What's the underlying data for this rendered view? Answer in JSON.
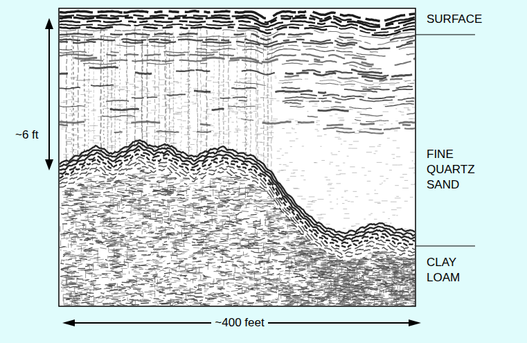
{
  "diagram": {
    "labels": [
      "SURFACE",
      "~6 ft",
      "FINE QUARTZ SAND",
      "CLAY LOAM",
      "~400 feet"
    ]
  }
}
